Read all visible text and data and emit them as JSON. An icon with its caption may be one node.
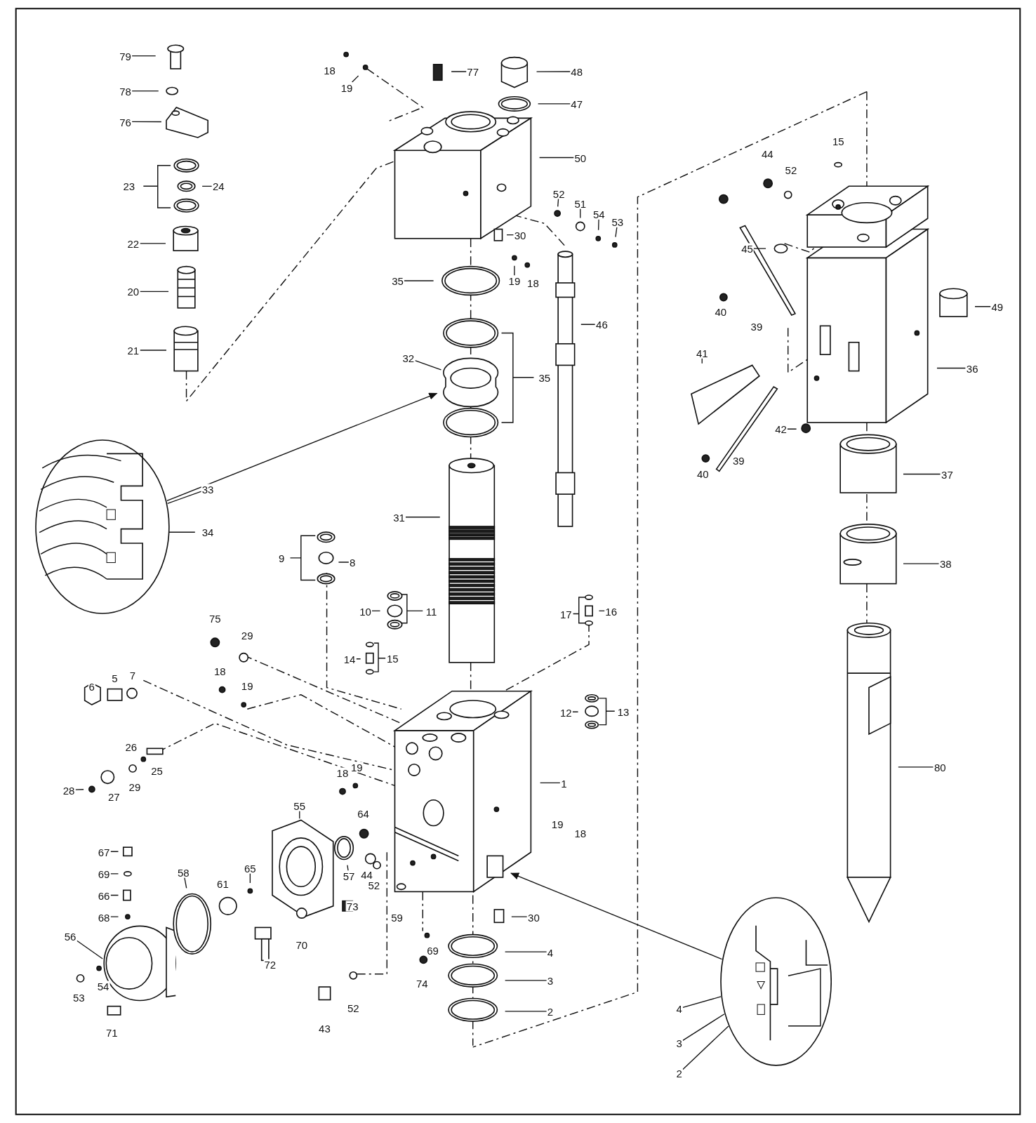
{
  "diagram": {
    "nodes": [
      {
        "text": [
          "79"
        ]
      },
      {
        "text": [
          "78"
        ]
      },
      {
        "text": [
          "76"
        ]
      },
      {
        "text": [
          "24"
        ]
      },
      {
        "text": [
          "22"
        ]
      },
      {
        "text": [
          "20"
        ]
      },
      {
        "text": [
          "21"
        ]
      },
      {
        "text": [
          "19"
        ]
      },
      {
        "text": [
          "77"
        ]
      },
      {
        "text": [
          "48"
        ]
      },
      {
        "text": [
          "47"
        ]
      },
      {
        "text": [
          "50"
        ]
      },
      {
        "text": [
          "52"
        ]
      },
      {
        "text": [
          "51"
        ]
      },
      {
        "text": [
          "54"
        ]
      },
      {
        "text": [
          "53"
        ]
      },
      {
        "text": [
          "30"
        ]
      },
      {
        "text": [
          "19"
        ]
      },
      {
        "text": [
          "35"
        ]
      },
      {
        "text": [
          "46"
        ]
      },
      {
        "text": [
          "32"
        ]
      },
      {
        "text": [
          "33"
        ]
      },
      {
        "text": [
          "31"
        ]
      },
      {
        "text": [
          "8"
        ]
      },
      {
        "text": [
          "10"
        ]
      },
      {
        "text": [
          "16"
        ]
      },
      {
        "text": [
          "14"
        ]
      },
      {
        "text": [
          "12"
        ]
      },
      {
        "text": [
          "1"
        ]
      },
      {
        "text": [
          "28"
        ]
      },
      {
        "text": [
          "55"
        ]
      },
      {
        "text": [
          "57"
        ]
      },
      {
        "text": [
          "67"
        ]
      },
      {
        "text": [
          "69"
        ]
      },
      {
        "text": [
          "66"
        ]
      },
      {
        "text": [
          "68"
        ]
      },
      {
        "text": [
          "58"
        ]
      },
      {
        "text": [
          "65"
        ]
      },
      {
        "text": [
          "30"
        ]
      },
      {
        "text": [
          "4"
        ]
      },
      {
        "text": [
          "3"
        ]
      },
      {
        "text": [
          "2"
        ]
      },
      {
        "text": [
          "56"
        ]
      },
      {
        "text": [
          "45"
        ]
      },
      {
        "text": [
          "49"
        ]
      },
      {
        "text": [
          "36"
        ]
      },
      {
        "text": [
          "41"
        ]
      },
      {
        "text": [
          "42"
        ]
      },
      {
        "text": [
          "37"
        ]
      },
      {
        "text": [
          "38"
        ]
      },
      {
        "text": [
          "80"
        ]
      },
      {
        "text": [
          "4"
        ]
      },
      {
        "text": [
          "3"
        ]
      },
      {
        "text": [
          "2"
        ]
      },
      {
        "text": [],
        "shape": "circle"
      },
      {
        "text": [],
        "shape": "circle"
      }
    ],
    "edges": [
      {
        "from": 0,
        "to": null,
        "arrow": "none"
      },
      {
        "from": 1,
        "to": null,
        "arrow": "none"
      },
      {
        "from": 2,
        "to": null,
        "arrow": "none"
      },
      {
        "from": 3,
        "to": null,
        "arrow": "none"
      },
      {
        "from": 4,
        "to": null,
        "arrow": "none"
      },
      {
        "from": 5,
        "to": null,
        "arrow": "none"
      },
      {
        "from": 6,
        "to": null,
        "arrow": "none"
      },
      {
        "from": 7,
        "to": null,
        "arrow": "none"
      },
      {
        "from": 8,
        "to": null,
        "arrow": "none"
      },
      {
        "from": 9,
        "to": null,
        "arrow": "none"
      },
      {
        "from": 10,
        "to": null,
        "arrow": "none"
      },
      {
        "from": 11,
        "to": null,
        "arrow": "none"
      },
      {
        "from": 12,
        "to": null,
        "arrow": "none"
      },
      {
        "from": 13,
        "to": null,
        "arrow": "none"
      },
      {
        "from": 14,
        "to": null,
        "arrow": "none"
      },
      {
        "from": 15,
        "to": null,
        "arrow": "none"
      },
      {
        "from": 16,
        "to": null,
        "arrow": "none"
      },
      {
        "from": 17,
        "to": null,
        "arrow": "none"
      },
      {
        "from": 18,
        "to": null,
        "arrow": "none"
      },
      {
        "from": 19,
        "to": null,
        "arrow": "none"
      },
      {
        "from": 20,
        "to": null,
        "arrow": "none"
      },
      {
        "from": 21,
        "to": 54,
        "arrow": "none"
      },
      {
        "from": 22,
        "to": null,
        "arrow": "none"
      },
      {
        "from": 23,
        "to": null,
        "arrow": "none"
      },
      {
        "from": 24,
        "to": null,
        "arrow": "none"
      },
      {
        "from": 25,
        "to": null,
        "arrow": "none"
      },
      {
        "from": 26,
        "to": null,
        "arrow": "none"
      },
      {
        "from": 27,
        "to": null,
        "arrow": "none"
      },
      {
        "from": 28,
        "to": null,
        "arrow": "none"
      },
      {
        "from": 29,
        "to": null,
        "arrow": "none"
      },
      {
        "from": 30,
        "to": null,
        "arrow": "none"
      },
      {
        "from": 31,
        "to": null,
        "arrow": "none"
      },
      {
        "from": 32,
        "to": null,
        "arrow": "none"
      },
      {
        "from": 33,
        "to": null,
        "arrow": "none"
      },
      {
        "from": 34,
        "to": null,
        "arrow": "none"
      },
      {
        "from": 35,
        "to": null,
        "arrow": "none"
      },
      {
        "from": 36,
        "to": null,
        "arrow": "none"
      },
      {
        "from": 37,
        "to": null,
        "arrow": "none"
      },
      {
        "from": 38,
        "to": null,
        "arrow": "none"
      },
      {
        "from": 39,
        "to": null,
        "arrow": "none"
      },
      {
        "from": 40,
        "to": null,
        "arrow": "none"
      },
      {
        "from": 41,
        "to": null,
        "arrow": "none"
      },
      {
        "from": 42,
        "to": null,
        "arrow": "none"
      },
      {
        "from": 43,
        "to": null,
        "arrow": "none"
      },
      {
        "from": 44,
        "to": null,
        "arrow": "none"
      },
      {
        "from": 45,
        "to": null,
        "arrow": "none"
      },
      {
        "from": 46,
        "to": null,
        "arrow": "none"
      },
      {
        "from": 47,
        "to": null,
        "arrow": "none"
      },
      {
        "from": 48,
        "to": null,
        "arrow": "none"
      },
      {
        "from": 49,
        "to": null,
        "arrow": "none"
      },
      {
        "from": 50,
        "to": null,
        "arrow": "none"
      },
      {
        "from": 51,
        "to": 55,
        "arrow": "none"
      },
      {
        "from": 52,
        "to": 55,
        "arrow": "none"
      },
      {
        "from": 53,
        "to": 55,
        "arrow": "none"
      },
      {
        "from": 54,
        "to": null,
        "arrow": "to"
      },
      {
        "from": 55,
        "to": null,
        "arrow": "to"
      }
    ],
    "labels": [
      "18",
      "15",
      "44",
      "52",
      "23",
      "18",
      "40",
      "39",
      "35",
      "39",
      "40",
      "34",
      "9",
      "11",
      "17",
      "75",
      "29",
      "15",
      "18",
      "7",
      "5",
      "19",
      "6",
      "13",
      "26",
      "19",
      "25",
      "18",
      "29",
      "27",
      "64",
      "19",
      "18",
      "44",
      "61",
      "52",
      "73",
      "59",
      "70",
      "69",
      "72",
      "74",
      "54",
      "53",
      "52",
      "43",
      "71"
    ]
  }
}
